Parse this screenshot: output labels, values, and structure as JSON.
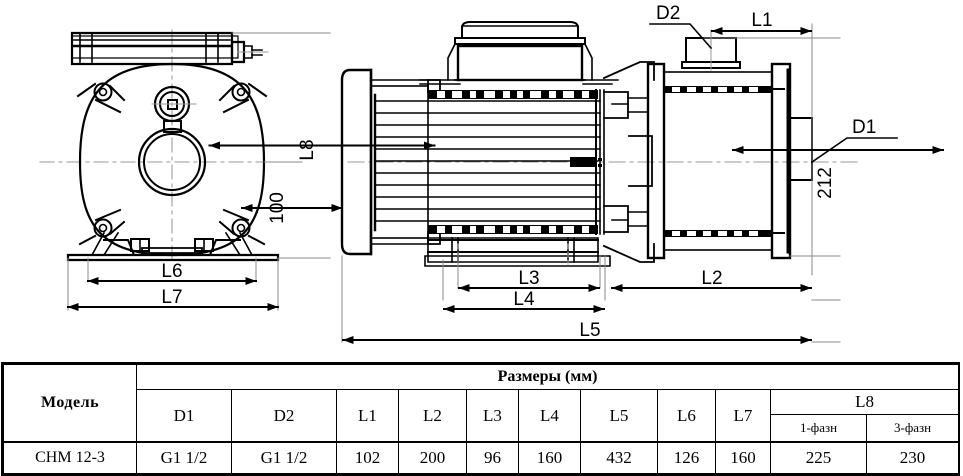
{
  "drawing": {
    "front_view": {
      "labels": {
        "l8": "L8",
        "hundred": "100",
        "l6": "L6",
        "l7": "L7"
      }
    },
    "side_view": {
      "labels": {
        "d2": "D2",
        "d1": "D1",
        "l1": "L1",
        "l2": "L2",
        "l3": "L3",
        "l4": "L4",
        "l5": "L5",
        "height212": "212"
      }
    },
    "colors": {
      "line": "#000000",
      "centerline": "#999999",
      "extension": "#808080",
      "background": "#ffffff"
    }
  },
  "table": {
    "model_header": "Модель",
    "group_header": "Размеры (мм)",
    "columns": [
      "D1",
      "D2",
      "L1",
      "L2",
      "L3",
      "L4",
      "L5",
      "L6",
      "L7"
    ],
    "l8_header": "L8",
    "l8_sub": [
      "1-фазн",
      "3-фазн"
    ],
    "rows": [
      {
        "model": "CHM 12-3",
        "d1": "G1 1/2",
        "d2": "G1 1/2",
        "l1": "102",
        "l2": "200",
        "l3": "96",
        "l4": "160",
        "l5": "432",
        "l6": "126",
        "l7": "160",
        "l8_1ph": "225",
        "l8_3ph": "230"
      }
    ]
  }
}
